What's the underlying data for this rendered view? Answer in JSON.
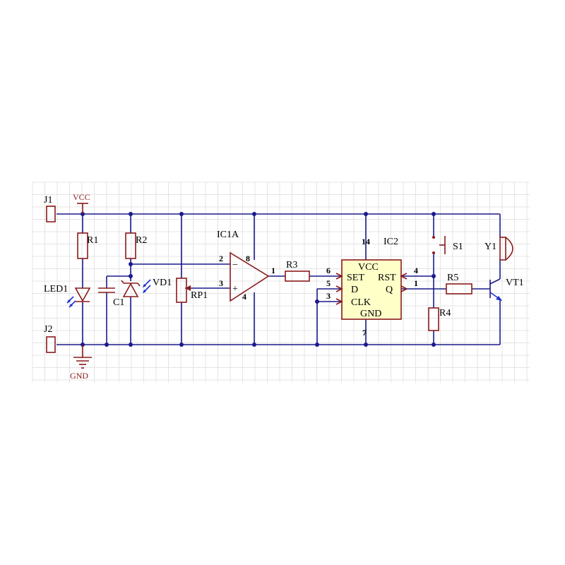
{
  "labels": {
    "j1": "J1",
    "j2": "J2",
    "vcc": "VCC",
    "gnd": "GND",
    "r1": "R1",
    "r2": "R2",
    "r3": "R3",
    "r4": "R4",
    "r5": "R5",
    "led1": "LED1",
    "c1": "C1",
    "vd1": "VD1",
    "rp1": "RP1",
    "ic1a": "IC1A",
    "ic2": "IC2",
    "s1": "S1",
    "y1": "Y1",
    "vt1": "VT1"
  },
  "opamp": {
    "minus": "−",
    "plus": "+",
    "pin2": "2",
    "pin3": "3",
    "pin8": "8",
    "pin4": "4",
    "pin1": "1"
  },
  "ic2": {
    "vcc": "VCC",
    "set": "SET",
    "d": "D",
    "clk": "CLK",
    "rst": "RST",
    "q": "Q",
    "gnd": "GND",
    "pin14": "14",
    "pin6": "6",
    "pin5": "5",
    "pin3": "3",
    "pin4": "4",
    "pin1": "1",
    "pin7": "7"
  },
  "colors": {
    "wire": "#1a1a8c",
    "component": "#8b1a1a",
    "ic_fill": "#ffffc8",
    "grid": "#e4e4e4"
  }
}
